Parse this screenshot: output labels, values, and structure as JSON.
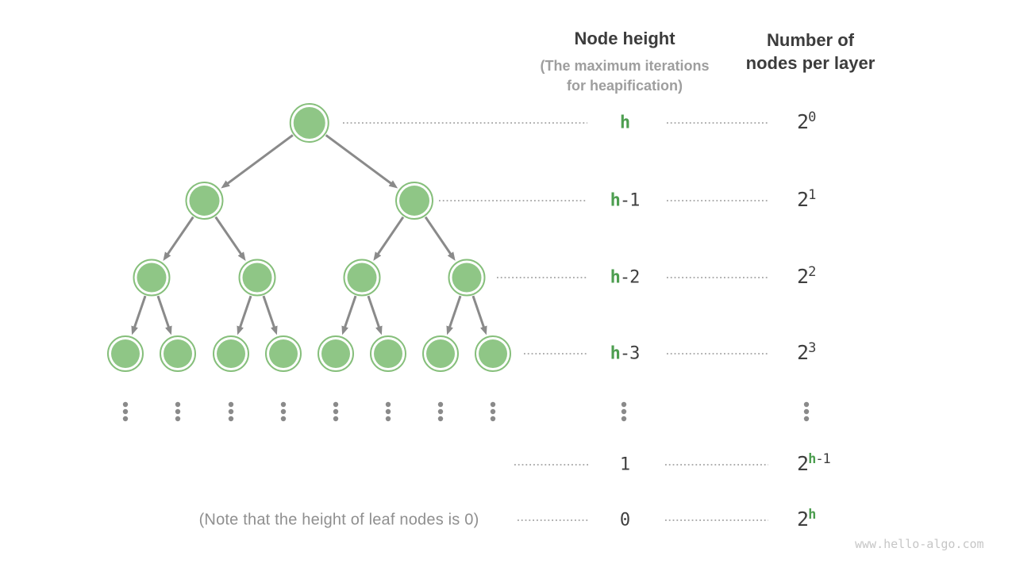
{
  "colors": {
    "node_fill": "#8FC686",
    "node_ring": "#86BF7B",
    "arrow": "#8A8A8A",
    "dotted_line": "#A3A3A3",
    "ellipsis_dot": "#8A8A8A",
    "text_dark": "#3F3F3F",
    "text_green": "#4D9E50",
    "subtitle_gray": "#9E9E9E",
    "note_gray": "#8F8F8F",
    "watermark_gray": "#C6C6C6"
  },
  "header": {
    "node_height_title": "Node height",
    "node_height_subtitle_line1": "(The maximum iterations",
    "node_height_subtitle_line2": "for heapification)",
    "nodes_per_layer_line1": "Number of",
    "nodes_per_layer_line2": "nodes per layer"
  },
  "tree": {
    "description": "perfect binary tree (heap), top 4 layers shown, continued with vertical ellipses",
    "levels": [
      {
        "nodes": 1
      },
      {
        "nodes": 2
      },
      {
        "nodes": 4
      },
      {
        "nodes": 8
      }
    ],
    "ellipsis_columns": 10
  },
  "rows": [
    {
      "height_parts": [
        {
          "text": "h",
          "green": true
        }
      ],
      "count_base": "2",
      "exp_parts": [
        {
          "text": "0",
          "green": false
        }
      ]
    },
    {
      "height_parts": [
        {
          "text": "h",
          "green": true
        },
        {
          "text": "-1",
          "green": false
        }
      ],
      "count_base": "2",
      "exp_parts": [
        {
          "text": "1",
          "green": false
        }
      ]
    },
    {
      "height_parts": [
        {
          "text": "h",
          "green": true
        },
        {
          "text": "-2",
          "green": false
        }
      ],
      "count_base": "2",
      "exp_parts": [
        {
          "text": "2",
          "green": false
        }
      ]
    },
    {
      "height_parts": [
        {
          "text": "h",
          "green": true
        },
        {
          "text": "-3",
          "green": false
        }
      ],
      "count_base": "2",
      "exp_parts": [
        {
          "text": "3",
          "green": false
        }
      ]
    },
    {
      "ellipsis": true
    },
    {
      "height_parts": [
        {
          "text": "1",
          "green": false
        }
      ],
      "count_base": "2",
      "exp_parts": [
        {
          "text": "h",
          "green": true
        },
        {
          "text": "-1",
          "green": false
        }
      ]
    },
    {
      "height_parts": [
        {
          "text": "0",
          "green": false
        }
      ],
      "count_base": "2",
      "exp_parts": [
        {
          "text": "h",
          "green": true
        }
      ]
    }
  ],
  "note_text": "(Note that the height of leaf nodes is 0)",
  "watermark": "www.hello-algo.com"
}
